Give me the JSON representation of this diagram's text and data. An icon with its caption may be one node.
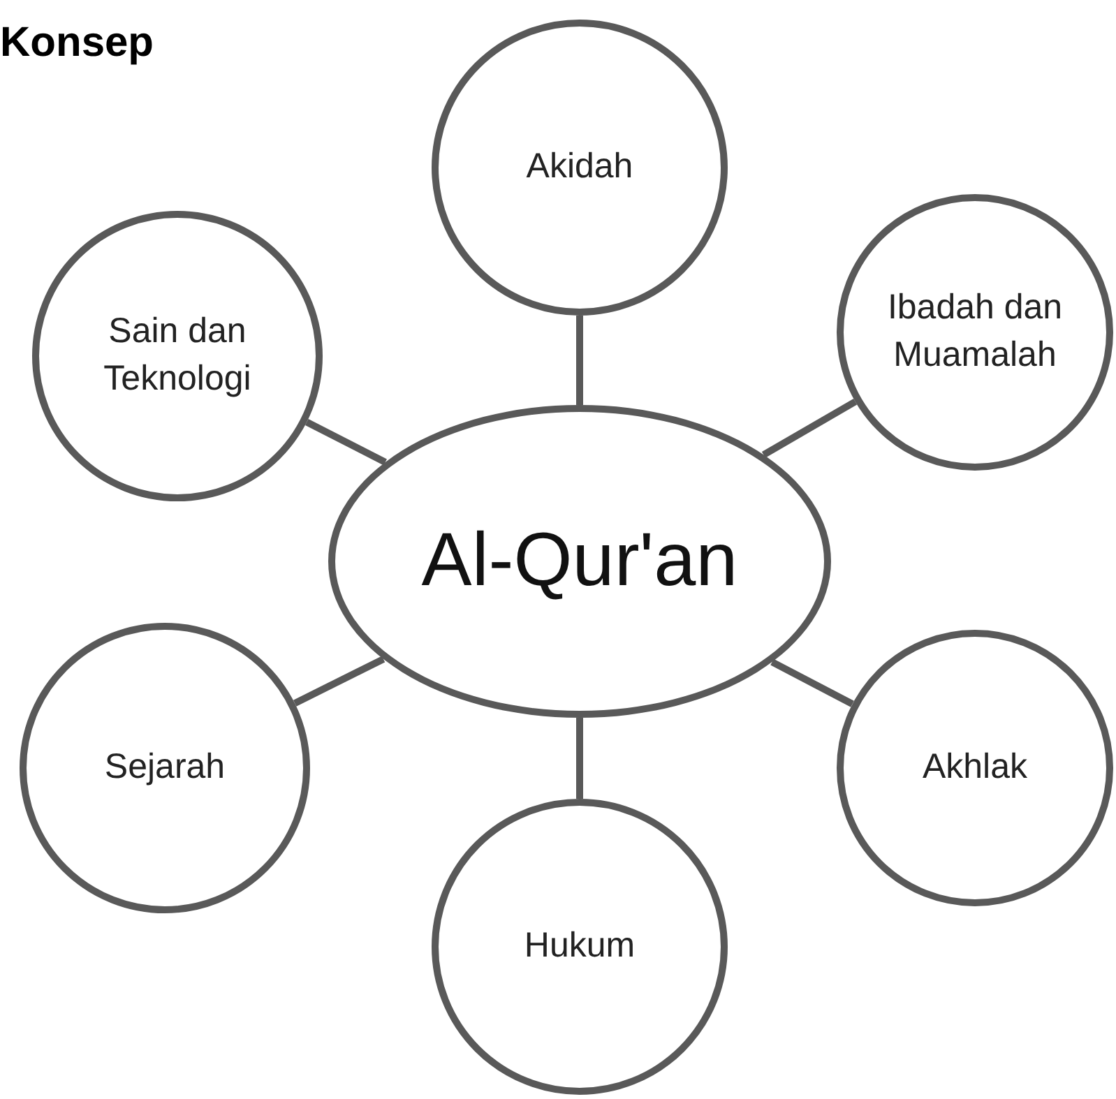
{
  "diagram": {
    "title": "Konsep",
    "nodes": [
      {
        "text": [
          "Al-Qur'an"
        ]
      },
      {
        "text": [
          "Akidah"
        ]
      },
      {
        "text": [
          "Sain dan Teknologi"
        ]
      },
      {
        "text": [
          "Ibadah dan Muamalah"
        ]
      },
      {
        "text": [
          "Sejarah"
        ]
      },
      {
        "text": [
          "Akhlak"
        ]
      },
      {
        "text": [
          "Hukum"
        ]
      }
    ],
    "edges": [
      {
        "from": 0,
        "to": 1,
        "arrow": "none"
      },
      {
        "from": 0,
        "to": 2,
        "arrow": "none"
      },
      {
        "from": 0,
        "to": 3,
        "arrow": "none"
      },
      {
        "from": 0,
        "to": 4,
        "arrow": "none"
      },
      {
        "from": 0,
        "to": 5,
        "arrow": "none"
      },
      {
        "from": 0,
        "to": 6,
        "arrow": "none"
      }
    ]
  }
}
